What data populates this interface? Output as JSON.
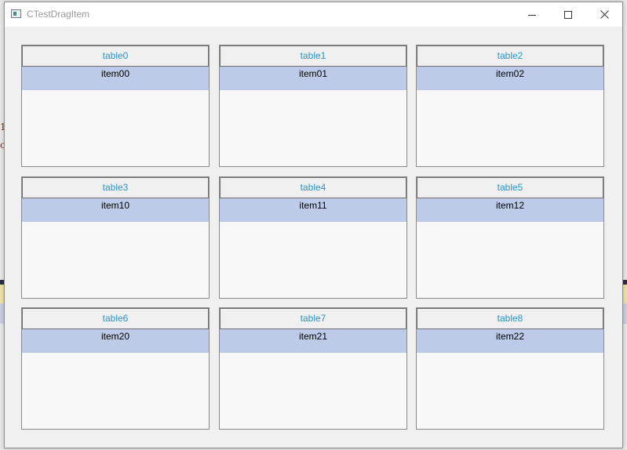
{
  "window": {
    "title": "CTestDragItem"
  },
  "background": {
    "glyphs": [
      "1",
      "c"
    ]
  },
  "tables": [
    {
      "header": "table0",
      "item": "item00"
    },
    {
      "header": "table1",
      "item": "item01"
    },
    {
      "header": "table2",
      "item": "item02"
    },
    {
      "header": "table3",
      "item": "item10"
    },
    {
      "header": "table4",
      "item": "item11"
    },
    {
      "header": "table5",
      "item": "item12"
    },
    {
      "header": "table6",
      "item": "item20"
    },
    {
      "header": "table7",
      "item": "item21"
    },
    {
      "header": "table8",
      "item": "item22"
    }
  ],
  "colors": {
    "header_text": "#2a95c9",
    "selected_row": "#bdcbe8",
    "window_bg": "#f0f0f0"
  }
}
